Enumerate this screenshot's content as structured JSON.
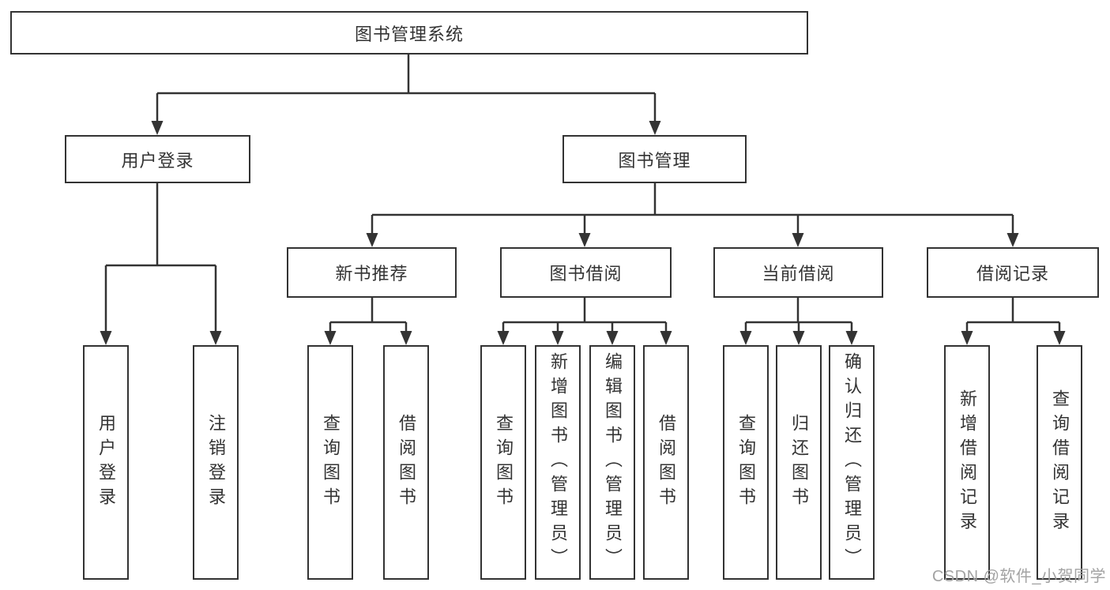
{
  "diagram_title": "图书管理系统",
  "tree": {
    "root": "图书管理系统",
    "branches": [
      {
        "label": "用户登录",
        "children": [
          "用户登录",
          "注销登录"
        ]
      },
      {
        "label": "图书管理",
        "sections": [
          {
            "label": "新书推荐",
            "children": [
              "查询图书",
              "借阅图书"
            ]
          },
          {
            "label": "图书借阅",
            "children": [
              "查询图书",
              "新增图书（管理员）",
              "编辑图书（管理员）",
              "借阅图书"
            ]
          },
          {
            "label": "当前借阅",
            "children": [
              "查询图书",
              "归还图书",
              "确认归还（管理员）"
            ]
          },
          {
            "label": "借阅记录",
            "children": [
              "新增借阅记录",
              "查询借阅记录"
            ]
          }
        ]
      }
    ]
  },
  "watermark": "CSDN @软件_小贺同学",
  "colors": {
    "line": "#333333",
    "box_border": "#333333",
    "box_fill": "#ffffff",
    "text": "#333333",
    "watermark": "#a3a3a3",
    "background": "#ffffff"
  }
}
